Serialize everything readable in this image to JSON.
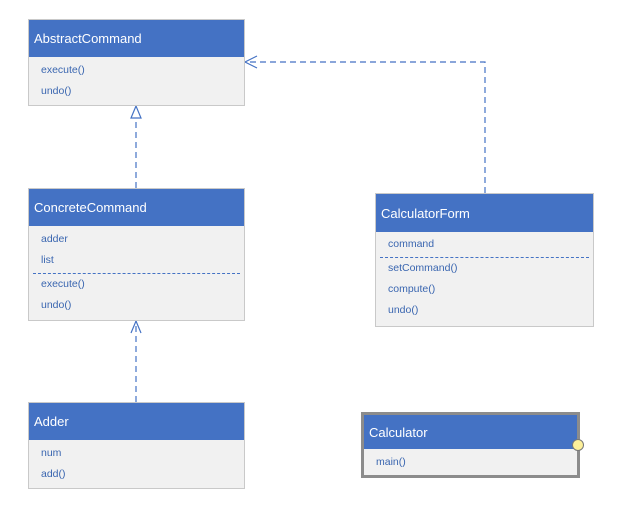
{
  "colors": {
    "header": "#4472c4",
    "body": "#f1f1f1",
    "member_text": "#3a66b0",
    "connector": "#4472c4",
    "port": "#fdf09a"
  },
  "classes": {
    "abstract_command": {
      "name": "AbstractCommand",
      "operations": [
        "execute()",
        "undo()"
      ]
    },
    "concrete_command": {
      "name": "ConcreteCommand",
      "attributes": [
        "adder",
        "list"
      ],
      "operations": [
        "execute()",
        "undo()"
      ]
    },
    "adder": {
      "name": "Adder",
      "attributes": [
        "num"
      ],
      "operations": [
        "add()"
      ]
    },
    "calculator_form": {
      "name": "CalculatorForm",
      "attributes": [
        "command"
      ],
      "operations": [
        "setCommand()",
        "compute()",
        "undo()"
      ]
    },
    "calculator": {
      "name": "Calculator",
      "operations": [
        "main()"
      ]
    }
  },
  "relationships": [
    {
      "from": "ConcreteCommand",
      "to": "AbstractCommand",
      "type": "realization"
    },
    {
      "from": "Adder",
      "to": "ConcreteCommand",
      "type": "dependency"
    },
    {
      "from": "CalculatorForm",
      "to": "AbstractCommand",
      "type": "dependency"
    }
  ]
}
